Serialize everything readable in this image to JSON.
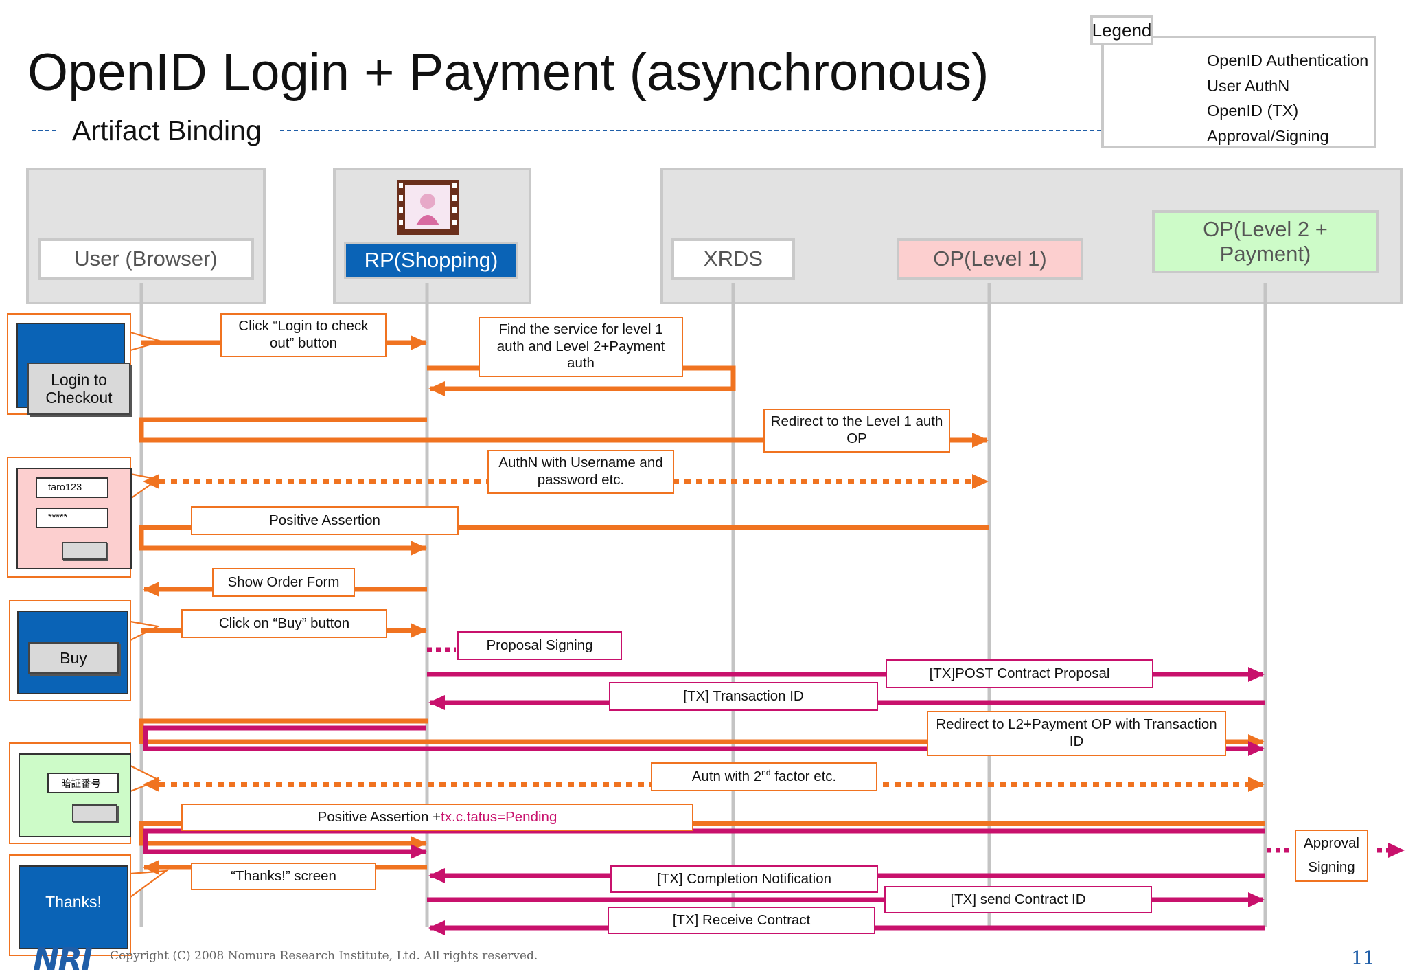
{
  "title": "OpenID Login + Payment (asynchronous)",
  "subtitle": "Artifact Binding",
  "legend": {
    "title": "Legend",
    "items": [
      {
        "label": "OpenID Authentication",
        "color": "#f07320",
        "style": "solid"
      },
      {
        "label": "User AuthN",
        "color": "#f07320",
        "style": "dotted"
      },
      {
        "label": "OpenID (TX)",
        "color": "#c8116c",
        "style": "solid"
      },
      {
        "label": "Approval/Signing",
        "color": "#c8116c",
        "style": "dotted"
      }
    ]
  },
  "colors": {
    "orange": "#f07320",
    "magenta": "#c8116c",
    "lifeline": "#c4c4c4",
    "panel": "#e2e2e2",
    "rp_blue": "#0a63b6",
    "op1_pink": "#fccfcf",
    "op2_green": "#cdfbc8"
  },
  "actors": {
    "user": "User (Browser)",
    "rp": "RP(Shopping)",
    "xrds": "XRDS",
    "op1": "OP(Level 1)",
    "op2": "OP(Level 2 + Payment)"
  },
  "messages": {
    "click_login": "Click “Login to check out” button",
    "find_service": "Find the service for level 1 auth and Level 2+Payment auth",
    "redirect_l1": "Redirect to the Level 1 auth OP",
    "authn_username": "AuthN with Username and password etc.",
    "positive_assertion": "Positive Assertion",
    "show_order": "Show Order Form",
    "click_buy": "Click on “Buy” button",
    "proposal_signing": "Proposal Signing",
    "post_contract": "[TX]POST Contract Proposal",
    "transaction_id": "[TX] Transaction ID",
    "redirect_l2": "Redirect to L2+Payment OP with Transaction ID",
    "autn_2nd_pre": "Autn with 2",
    "autn_2nd_sup": "nd",
    "autn_2nd_post": " factor etc.",
    "positive_pending_pre": "Positive Assertion +",
    "positive_pending_mag": "tx.c.tatus=Pending",
    "thanks_screen": "“Thanks!” screen",
    "completion": "[TX] Completion Notification",
    "send_contract_id": "[TX] send Contract ID",
    "receive_contract": "[TX] Receive Contract",
    "approval": "Approval",
    "signing": "Signing"
  },
  "mockups": {
    "login_button": "Login to Checkout",
    "username": "taro123",
    "password": "*****",
    "buy_button": "Buy",
    "pin_label": "暗証番号",
    "thanks": "Thanks!"
  },
  "footer": {
    "copyright": "Copyright (C) 2008 Nomura Research Institute, Ltd. All rights reserved.",
    "page": "11",
    "logo": "NRI"
  }
}
